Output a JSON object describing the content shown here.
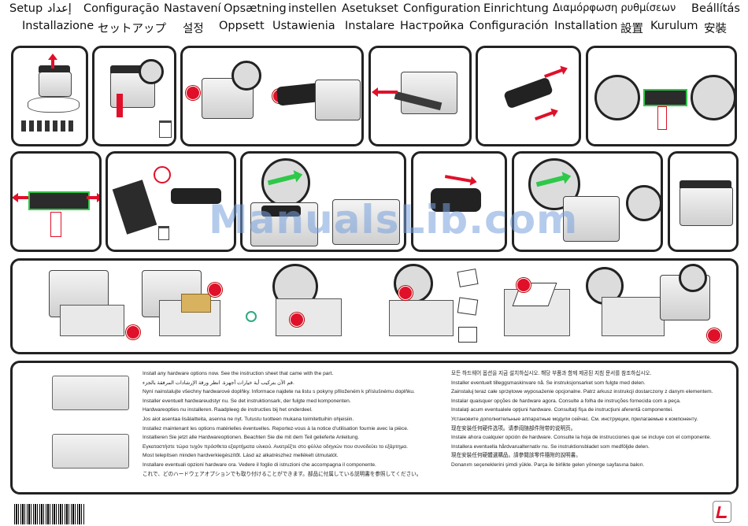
{
  "titles": {
    "row1": [
      "Setup",
      "إعداد",
      "Configuração",
      "Nastavení",
      "Opsætning",
      "instellen",
      "Asetukset",
      "Configuration",
      "Einrichtung",
      "Διαμόρφωση ρυθμίσεων",
      "Beállítás"
    ],
    "row2": [
      "Installazione",
      "セットアップ",
      "설정",
      "Oppsett",
      "Ustawienia",
      "Instalare",
      "Настройка",
      "Configuración",
      "Installation",
      "設置",
      "Kurulum",
      "安裝"
    ]
  },
  "watermark": "ManualsLib.com",
  "instructions": {
    "left": [
      "Install any hardware options now. See the instruction sheet that came with the part.",
      "قم الآن بتركيب أية خيارات أجهزة. انظر ورقة الإرشادات المرفقة بالجزء.",
      "Nyní nainstalujte všechny hardwarové doplňky. Informace najdete na listu s pokyny přiloženém k příslušnému doplňku.",
      "Installer eventuelt hardwareudstyr nu. Se det instruktionsark, der fulgte med komponenten.",
      "Hardwareopties nu installeren. Raadpleeg de instructies bij het onderdeel.",
      "Jos aiot asentaa lisälaitteita, asenna ne nyt. Tutustu tuotteen mukana toimitettuihin ohjeisiin.",
      "Installez maintenant les options matérielles éventuelles. Reportez-vous à la notice d'utilisation fournie avec la pièce.",
      "Installieren Sie jetzt alle Hardwareoptionen. Beachten Sie die mit dem Teil gelieferte Anleitung.",
      "Εγκαταστήστε τώρα τυχόν πρόσθετα εξαρτήματα υλικού. Ανατρέξτε στο φύλλο οδηγιών που συνοδεύει το εξάρτημα.",
      "Most telepítsen minden hardverkiegészítőt. Lásd az alkatrészhez mellékelt útmutatót.",
      "Installare eventuali opzioni hardware ora. Vedere il foglio di istruzioni che accompagna il componente.",
      "これで、どのハードウェアオプションでも取り付けることができます。部品に付属している説明書を参照してください。"
    ],
    "right": [
      "모든 하드웨어 옵션을 지금 설치하십시오. 해당 부품과 함께 제공된 지침 문서를 참조하십시오.",
      "Installer eventuelt tilleggsmaskinvare nå. Se instruksjonsarket som fulgte med delen.",
      "Zainstaluj teraz całe sprzętowe wyposażenie opcjonalne. Patrz arkusz instrukcji dostarczony z danym elementem.",
      "Instalar quaisquer opções de hardware agora. Consulte a folha de instruções fornecida com a peça.",
      "Instalaţi acum eventualele opţiuni hardware. Consultaţi fişa de instrucţiuni aferentă componentei.",
      "Установите дополнительные аппаратные модули сейчас. См. инструкции, прилагаемые к компоненту.",
      "现在安装任何硬件选项。请参阅随部件附带的说明页。",
      "Instale ahora cualquier opción de hardware. Consulte la hoja de instrucciones que se incluye con el componente.",
      "Installera eventuella hårdvarualternativ nu. Se instruktionsbladet som medföljde delen.",
      "現在安裝任何硬體選購品。請參閱該零件隨附的說明書。",
      "Donanım seçeneklerini şimdi yükle. Parça ile birlikte gelen yönerge sayfasına bakın."
    ]
  }
}
